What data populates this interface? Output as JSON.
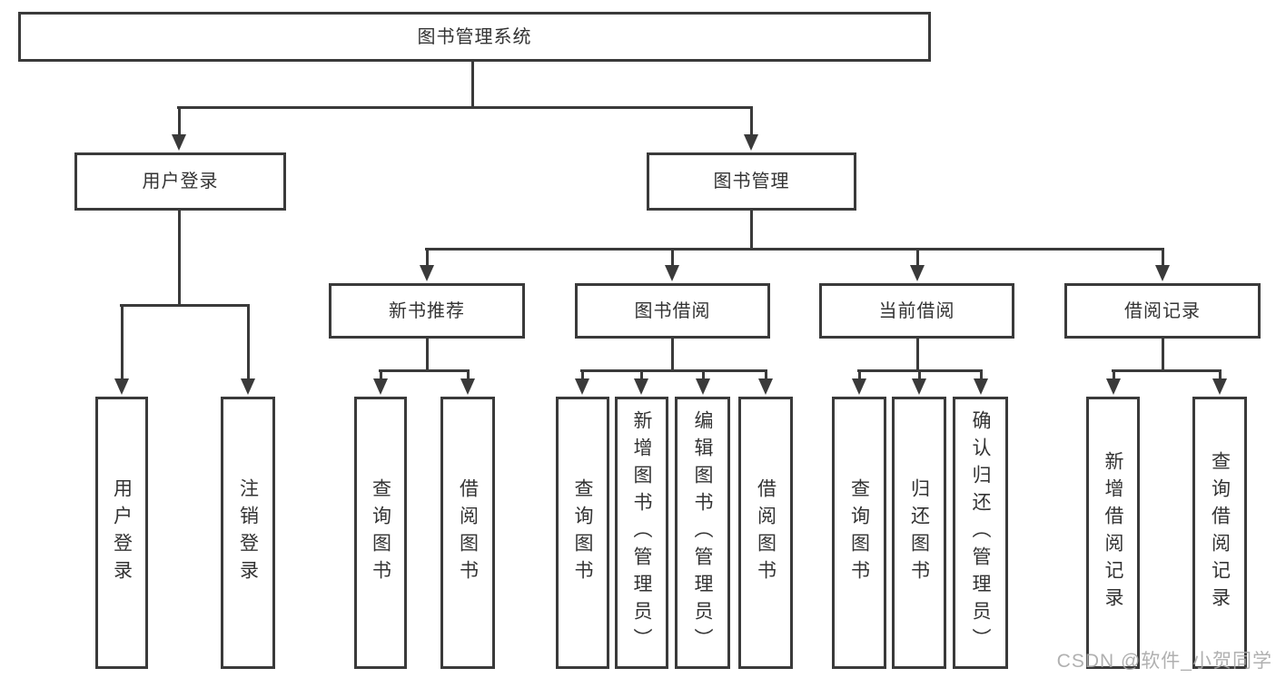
{
  "tree": {
    "label": "图书管理系统",
    "children": [
      {
        "label": "用户登录",
        "children": [
          {
            "label": "用户登录"
          },
          {
            "label": "注销登录"
          }
        ]
      },
      {
        "label": "图书管理",
        "children": [
          {
            "label": "新书推荐",
            "children": [
              {
                "label": "查询图书"
              },
              {
                "label": "借阅图书"
              }
            ]
          },
          {
            "label": "图书借阅",
            "children": [
              {
                "label": "查询图书"
              },
              {
                "label": "新增图书（管理员）"
              },
              {
                "label": "编辑图书（管理员）"
              },
              {
                "label": "借阅图书"
              }
            ]
          },
          {
            "label": "当前借阅",
            "children": [
              {
                "label": "查询图书"
              },
              {
                "label": "归还图书"
              },
              {
                "label": "确认归还（管理员）"
              }
            ]
          },
          {
            "label": "借阅记录",
            "children": [
              {
                "label": "新增借阅记录"
              },
              {
                "label": "查询借阅记录"
              }
            ]
          }
        ]
      }
    ]
  },
  "watermark": {
    "text": "CSDN @软件_小贺同学",
    "color": "#a8a8a8"
  },
  "colors": {
    "line": "#3a3a3a",
    "text": "#333333",
    "background": "#ffffff"
  }
}
